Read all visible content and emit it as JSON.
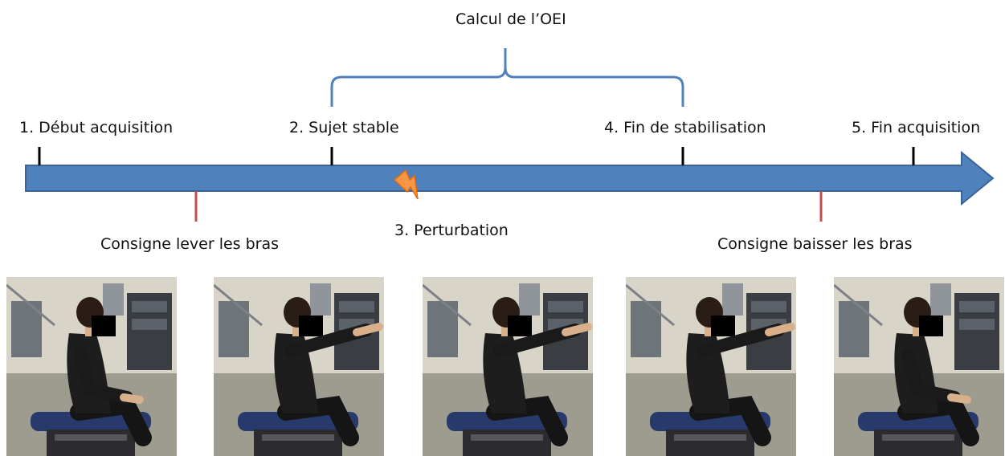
{
  "diagram": {
    "bracket_label": "Calcul de l’OEI",
    "timeline_color": "#4f81bd",
    "event_color": "#e46c0a",
    "cue_color": "#c0504d",
    "top_labels": [
      "1. Début acquisition",
      "2. Sujet stable",
      "4. Fin de stabilisation",
      "5. Fin acquisition"
    ],
    "bottom_labels": [
      "Consigne lever les bras",
      "3. Perturbation",
      "Consigne baisser les bras"
    ],
    "photos": [
      {
        "pose": "arms-down"
      },
      {
        "pose": "arms-raised"
      },
      {
        "pose": "arms-raised"
      },
      {
        "pose": "arms-raised"
      },
      {
        "pose": "arms-down"
      }
    ]
  }
}
